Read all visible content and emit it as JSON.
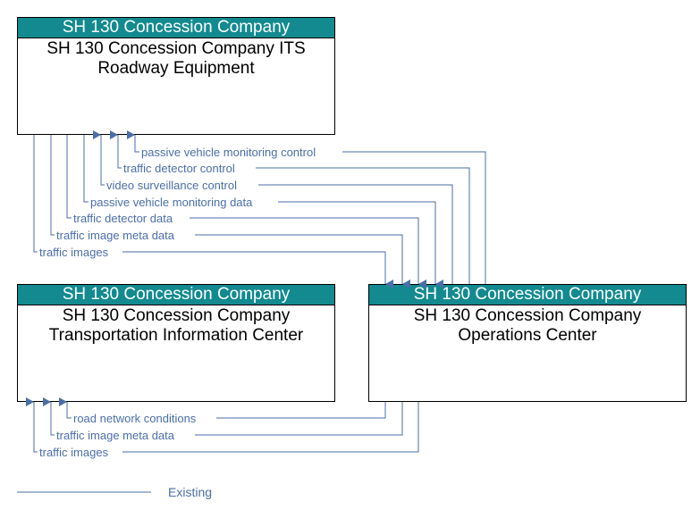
{
  "elements": {
    "roadway": {
      "header": "SH 130 Concession Company",
      "title": "SH 130 Concession Company ITS Roadway Equipment"
    },
    "tic": {
      "header": "SH 130 Concession Company",
      "title": "SH 130 Concession Company Transportation Information Center"
    },
    "oc": {
      "header": "SH 130 Concession Company",
      "title": "SH 130 Concession Company Operations Center"
    }
  },
  "flows": {
    "f1": "passive vehicle monitoring control",
    "f2": "traffic detector control",
    "f3": "video surveillance control",
    "f4": "passive vehicle monitoring data",
    "f5": "traffic detector data",
    "f6": "traffic image meta data",
    "f7": "traffic images",
    "f8": "road network conditions",
    "f9": "traffic image meta data",
    "f10": "traffic images"
  },
  "legend": {
    "existing": "Existing"
  },
  "colors": {
    "header_bg": "#128a8f",
    "flow_line": "#4b6ea9"
  }
}
